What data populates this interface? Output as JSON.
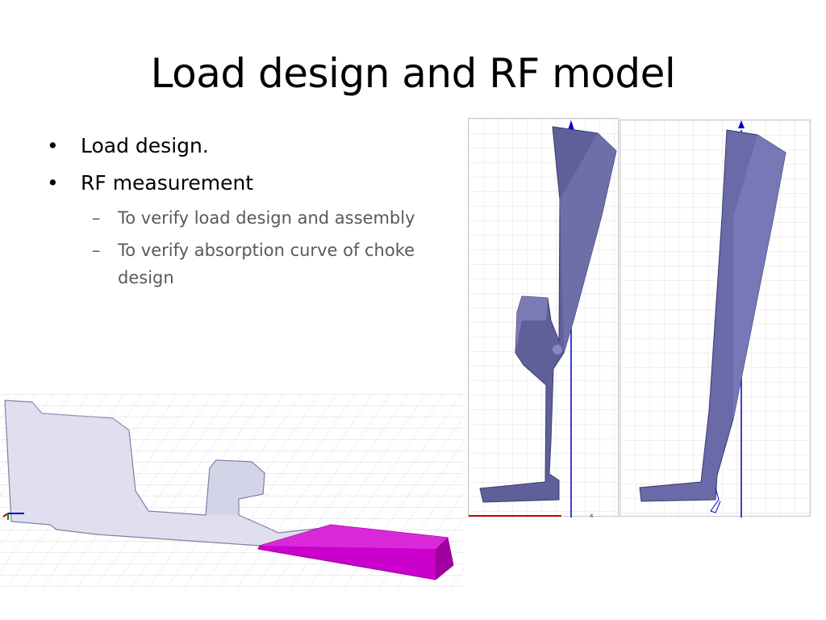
{
  "slide": {
    "title": "Load design and RF model",
    "bullets": [
      {
        "marker": "•",
        "text": "Load design."
      },
      {
        "marker": "•",
        "text": "RF measurement"
      }
    ],
    "sub_bullets": [
      {
        "marker": "–",
        "text": "To verify load design and assembly"
      },
      {
        "marker": "–",
        "text": "To verify absorption curve of choke design"
      }
    ]
  },
  "figures": {
    "load_model": {
      "model_color": "#cc00cc",
      "outline_color": "#8a8ab0"
    },
    "rf_model_left": {
      "model_color": "#5f5f99"
    },
    "rf_model_right": {
      "model_color": "#6a6aa8"
    },
    "axis_label": "x"
  }
}
